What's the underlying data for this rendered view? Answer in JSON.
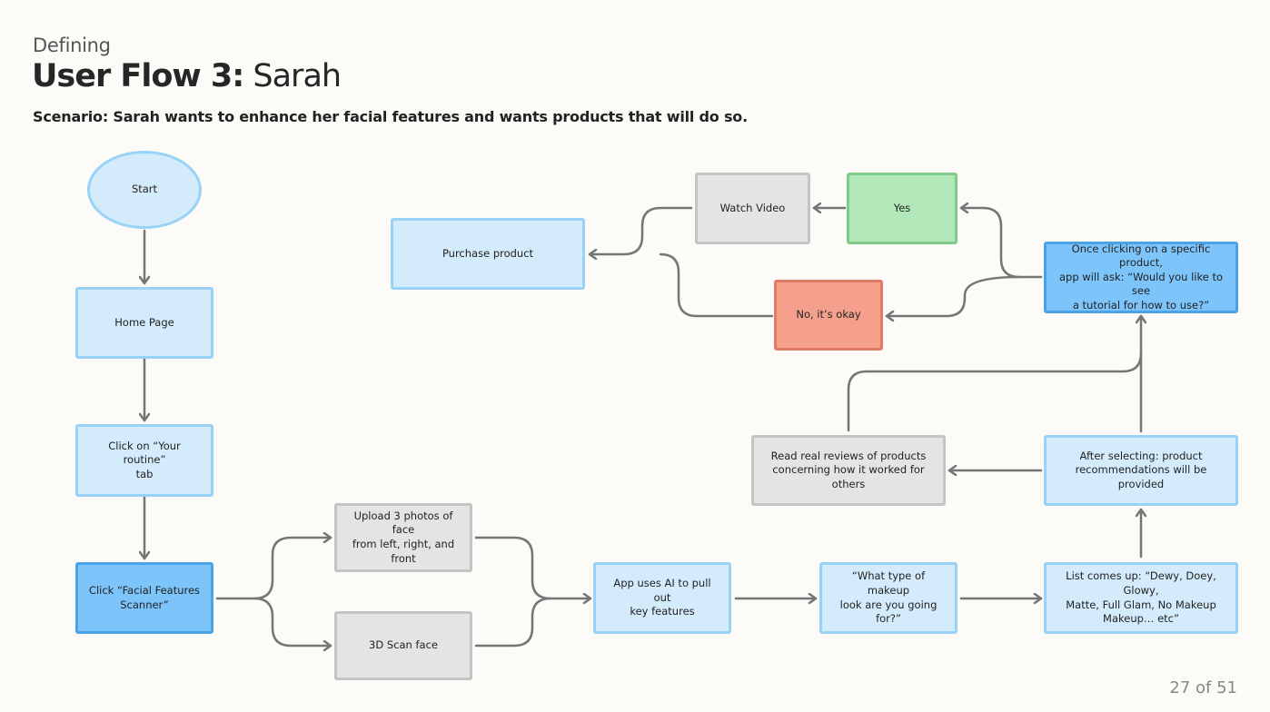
{
  "header": {
    "section": "Defining",
    "title_bold": "User Flow 3:",
    "title_rest": " Sarah",
    "scenario": "Scenario: Sarah wants to enhance her facial features and wants products that will do so."
  },
  "nodes": {
    "start": "Start",
    "home": "Home Page",
    "routine": "Click on “Your routine”\ntab",
    "scanner": "Click “Facial Features\nScanner”",
    "upload": "Upload 3 photos of face\nfrom left, right, and front",
    "scan3d": "3D Scan face",
    "ai": "App uses AI to pull out\nkey features",
    "question": "“What type of makeup\nlook are you going for?”",
    "list": "List comes up: “Dewy, Doey, Glowy,\nMatte, Full Glam, No Makeup\nMakeup… etc”",
    "recommend": "After selecting: product\nrecommendations will be provided",
    "reviews": "Read real reviews of products\nconcerning how it worked for others",
    "tutorial": "Once clicking on a specific product,\napp will ask: “Would you like to see\na tutorial for how to use?”",
    "yes": "Yes",
    "no": "No, it’s okay",
    "video": "Watch Video",
    "purchase": "Purchase product"
  },
  "colors": {
    "light_fill": "#d4ebfc",
    "light_border": "#99d2f7",
    "dark_fill": "#7dc4fb",
    "dark_border": "#4aa3e6",
    "grey_fill": "#e4e4e4",
    "green_fill": "#b2e8b9",
    "red_fill": "#f5a08d",
    "arrow": "#757575"
  },
  "footer": {
    "page": "27 of 51"
  }
}
